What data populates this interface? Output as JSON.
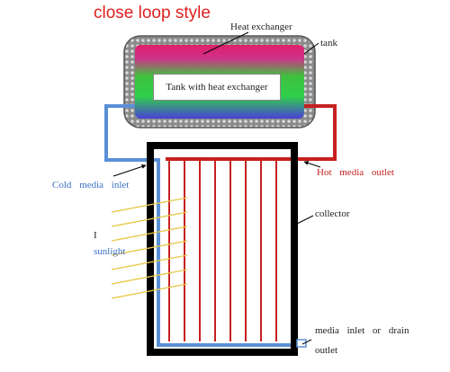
{
  "title": "close loop style",
  "labels": {
    "heat_exchanger": "Heat exchanger",
    "tank": "tank",
    "tank_inner": "Tank with heat exchanger",
    "cold_inlet": "Cold  media inlet",
    "hot_outlet": "Hot  media  outlet",
    "collector": "collector",
    "sunlight_mark": "I",
    "sunlight": "sunlight",
    "drain_line1": "media  inlet  or  drain",
    "drain_line2": "outlet"
  },
  "colors": {
    "title": "#e02020",
    "hot": "#c62020",
    "cold": "#5a8fd6",
    "collector_frame": "#000000",
    "sun_ray": "#e8c848",
    "tank_shell": "#6a6a6a"
  }
}
